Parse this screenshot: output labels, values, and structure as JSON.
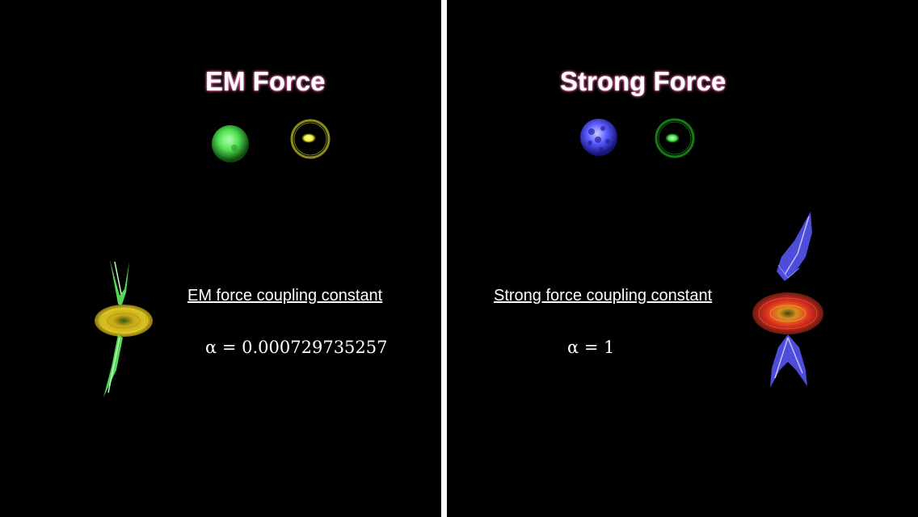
{
  "em_panel": {
    "title": "EM Force",
    "subtitle": "EM force coupling constant",
    "equation": "α = 0.000729735257"
  },
  "strong_panel": {
    "title": "Strong Force",
    "subtitle": "Strong force coupling constant",
    "equation": "α = 1"
  },
  "colors": {
    "background": "#000000",
    "divider": "#ffffff",
    "title_glow": "#ff6fb0",
    "em_particle": "#4fe04f",
    "em_ring": "#c8c832",
    "strong_particle": "#5a5aff",
    "strong_ring": "#1fa01f",
    "strong_disk": "#e03020"
  },
  "icons": [
    "green-sphere-icon",
    "yellow-ring-particle-icon",
    "blue-sphere-icon",
    "green-ring-particle-icon",
    "em-interaction-icon",
    "strong-interaction-icon"
  ]
}
